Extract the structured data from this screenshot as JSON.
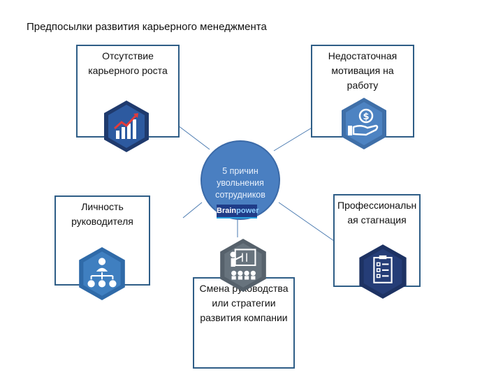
{
  "title": "Предпосылки развития карьерного менеджмента",
  "center": {
    "text": "5 причин увольнения сотрудников",
    "logo_part1": "Brain",
    "logo_part2": "power"
  },
  "causes": [
    {
      "label": "Отсутствие карьерного роста",
      "icon": "growth-chart-icon"
    },
    {
      "label": "Недостаточная мотивация на работу",
      "icon": "money-hand-icon"
    },
    {
      "label": "Личность руководителя",
      "icon": "hierarchy-icon"
    },
    {
      "label": "Профессиональн ая стагнация",
      "icon": "checklist-icon"
    },
    {
      "label": "Смена руководства или стратегии развития компании",
      "icon": "presentation-icon"
    }
  ],
  "colors": {
    "border": "#2e5d86",
    "hex_dark": "#1f3a6d",
    "hex_inner": "#2d5aa0",
    "hex_gray": "#5a6670",
    "center": "#4a7fc1"
  }
}
